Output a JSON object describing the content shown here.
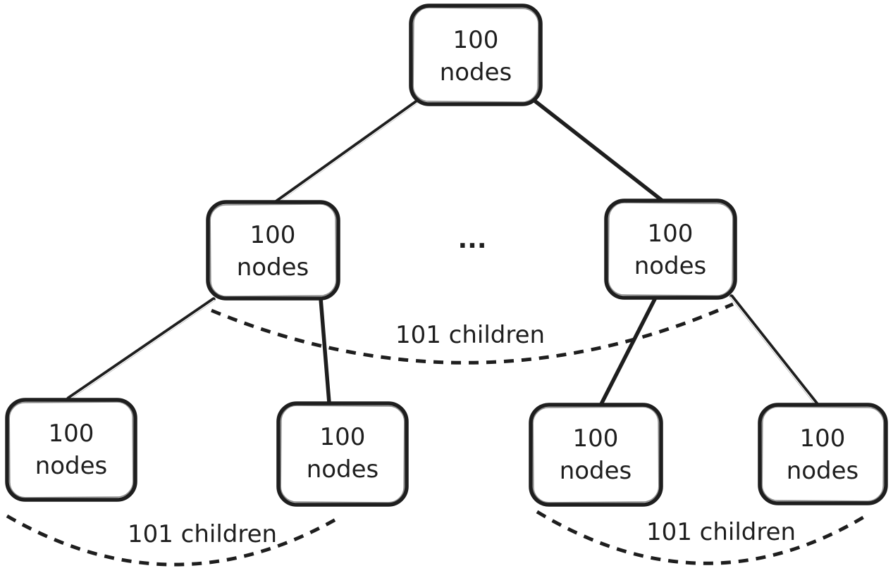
{
  "diagram": {
    "type": "tree",
    "colors": {
      "stroke": "#1e1e1e",
      "background": "#ffffff"
    },
    "nodes": [
      {
        "id": "root",
        "line1": "100",
        "line2": "nodes"
      },
      {
        "id": "level2-left",
        "line1": "100",
        "line2": "nodes"
      },
      {
        "id": "level2-right",
        "line1": "100",
        "line2": "nodes"
      },
      {
        "id": "level3-1",
        "line1": "100",
        "line2": "nodes"
      },
      {
        "id": "level3-2",
        "line1": "100",
        "line2": "nodes"
      },
      {
        "id": "level3-3",
        "line1": "100",
        "line2": "nodes"
      },
      {
        "id": "level3-4",
        "line1": "100",
        "line2": "nodes"
      }
    ],
    "ellipsis": "...",
    "annotations": [
      {
        "id": "middle-children",
        "text": "101 children"
      },
      {
        "id": "bottom-left-children",
        "text": "101 children"
      },
      {
        "id": "bottom-right-children",
        "text": "101 children"
      }
    ]
  }
}
